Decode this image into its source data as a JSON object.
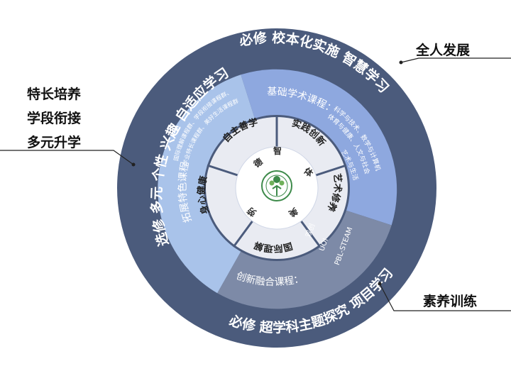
{
  "outer_ring": {
    "top_right": "必修  校本化实施  智慧学习",
    "left": "选修  多元  个性  兴趣  自适应学习",
    "bottom": "必修  超学科主题探究  项目学习"
  },
  "side_labels": {
    "top_right": "全人发展",
    "left": [
      "特长培养",
      "学段衔接",
      "多元升学"
    ],
    "bottom_right": "素养训练"
  },
  "courses": {
    "basic": {
      "title": "基础学术课程：",
      "items": [
        "科学与技术、数学与计算机",
        "体育与健康、人文与社会",
        "艺术与生活"
      ]
    },
    "expand": {
      "title": "拓展特色课程",
      "items": [
        "国际理解课程群、学段衔接课程群、",
        "学业特长课程群、美好生活课程群"
      ]
    },
    "innovation": {
      "title": "创新融合课程：",
      "items": [
        "双创",
        "UOI",
        "PBL-STEAM"
      ]
    }
  },
  "core_segments": [
    "自主善学",
    "实践创新",
    "艺术修养",
    "国际理解",
    "身心健康"
  ],
  "center_words": [
    "德",
    "智",
    "体",
    "美",
    "劳"
  ],
  "colors": {
    "outer": "#4b5b7c",
    "basic": "#8ea8df",
    "expand": "#a9c3ea",
    "innovation": "#7d8aa7",
    "segment": "#e9ebf2",
    "center": "#ffffff"
  }
}
